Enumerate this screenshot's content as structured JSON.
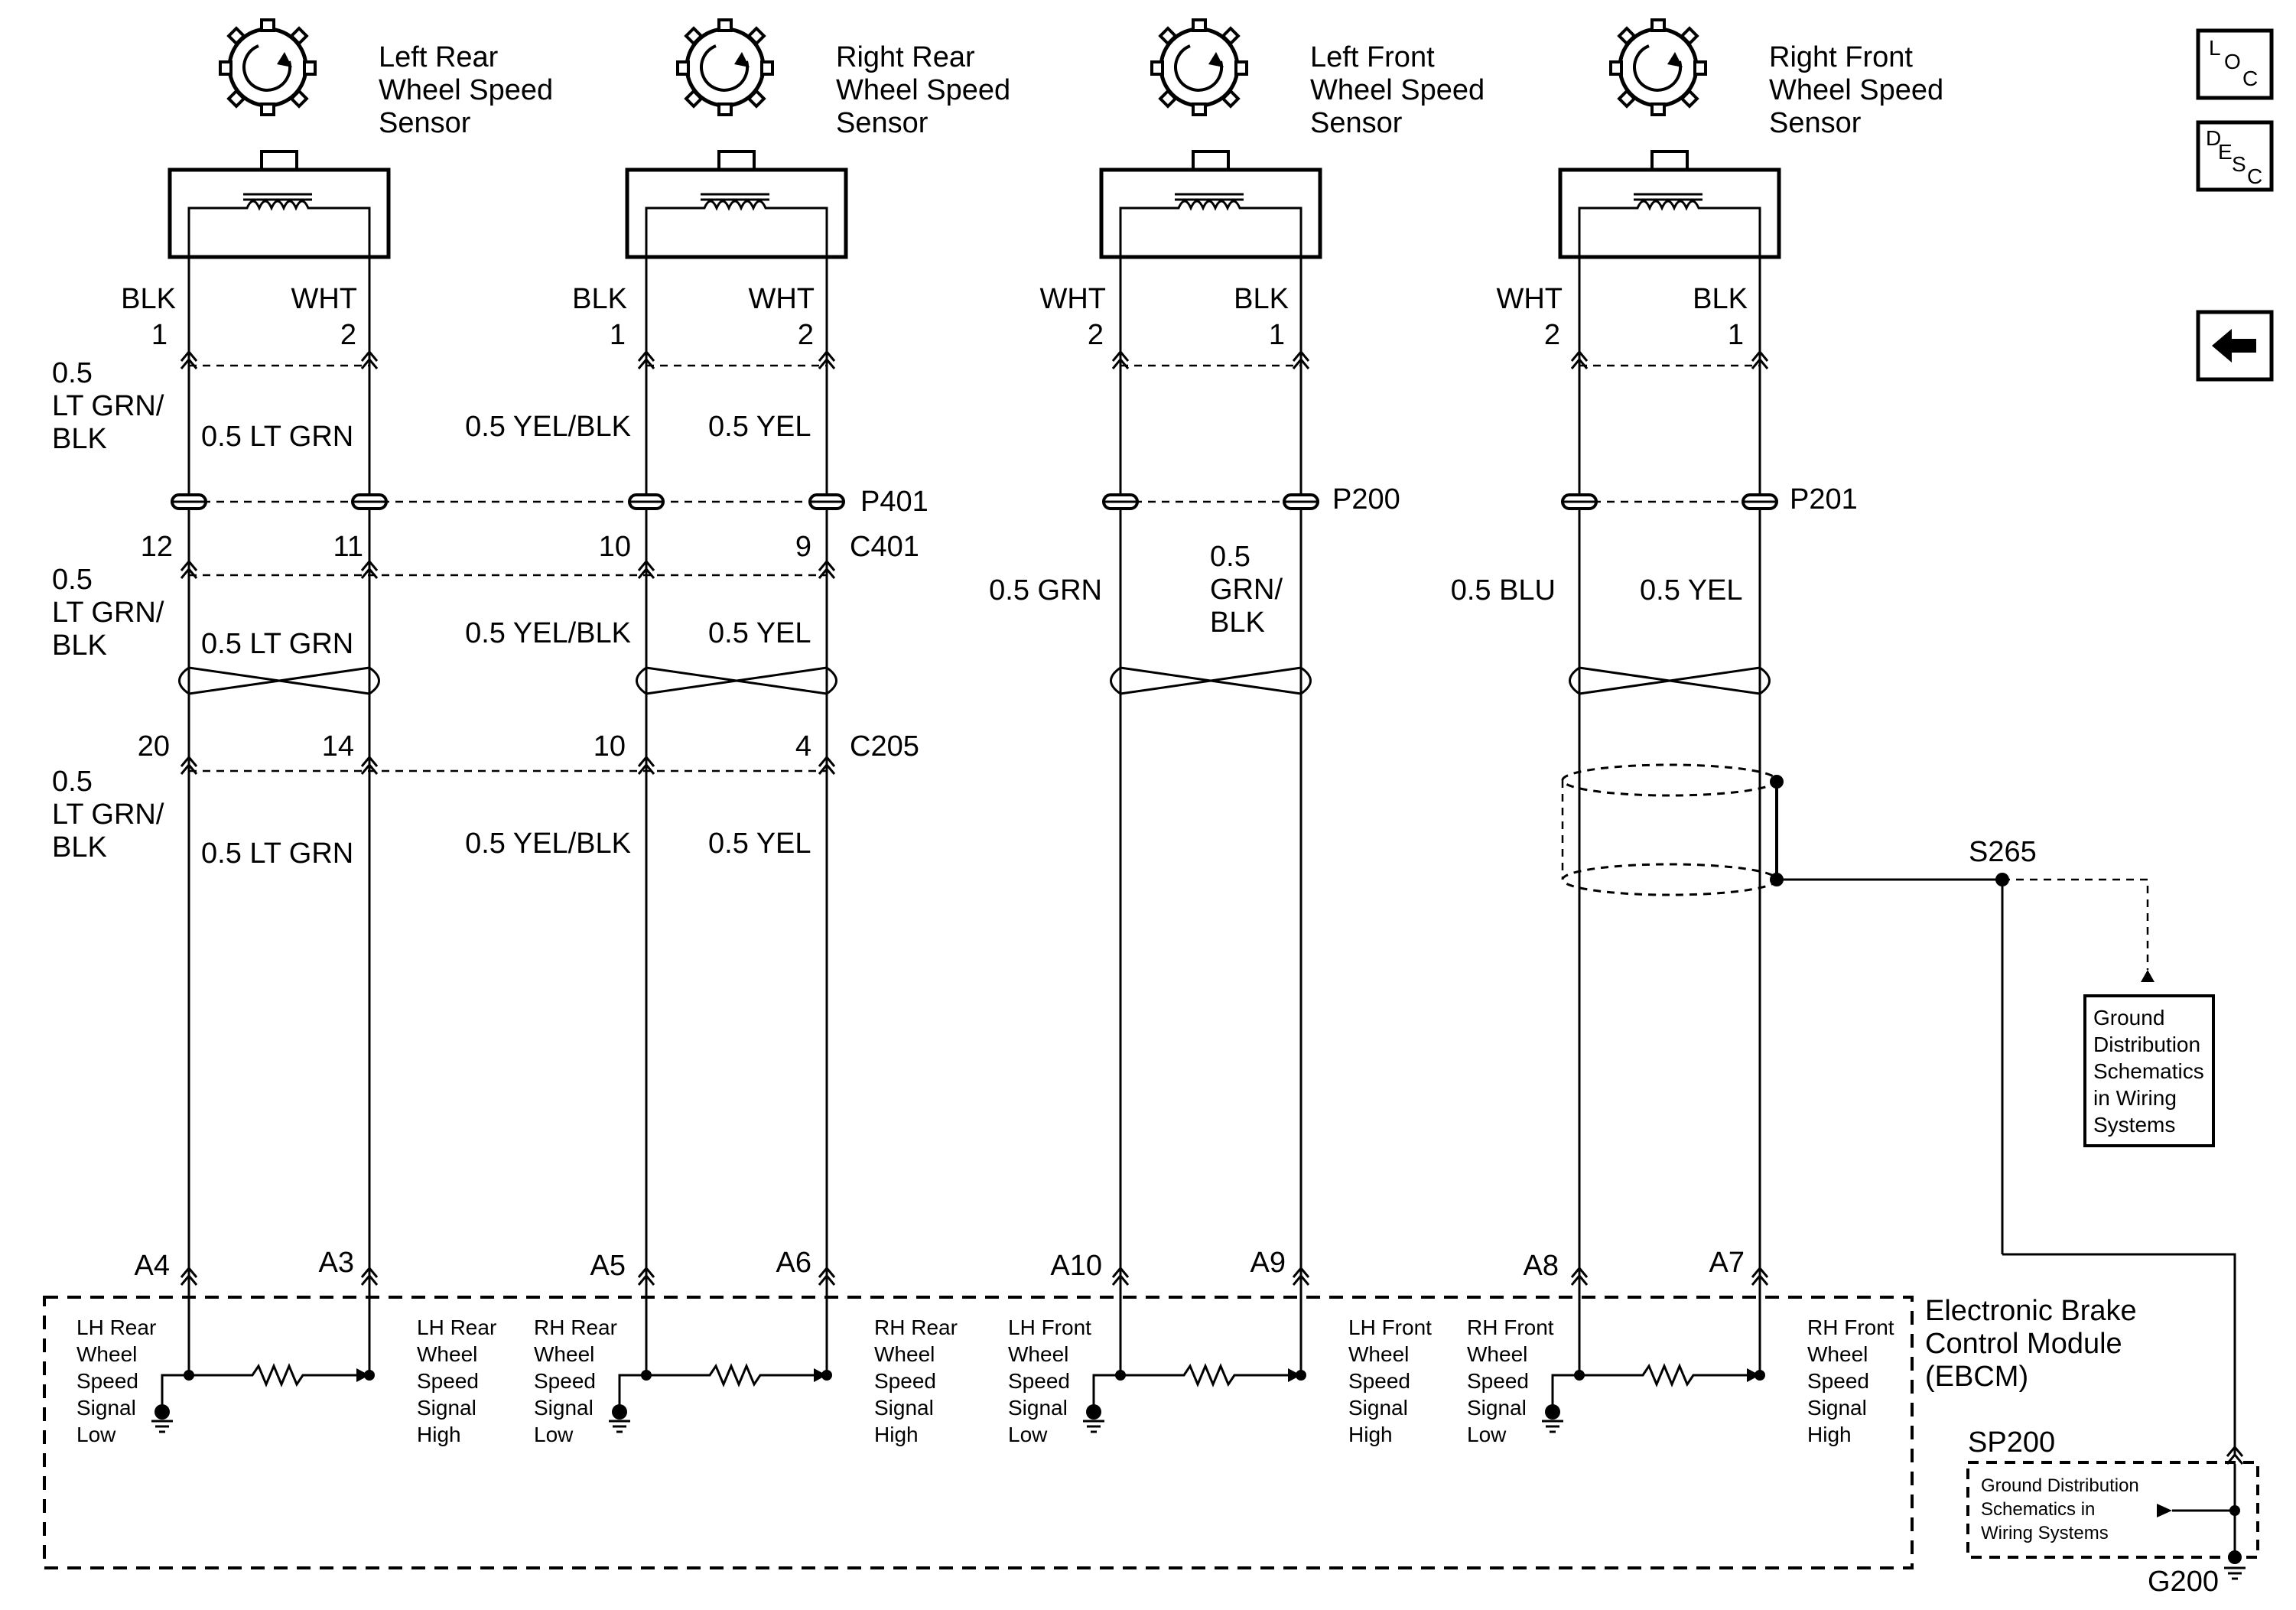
{
  "sensors": [
    {
      "name_lines": [
        "Left Rear",
        "Wheel Speed",
        "Sensor"
      ],
      "pin_left_color": "BLK",
      "pin_left_num": "1",
      "pin_right_color": "WHT",
      "pin_right_num": "2"
    },
    {
      "name_lines": [
        "Right Rear",
        "Wheel Speed",
        "Sensor"
      ],
      "pin_left_color": "BLK",
      "pin_left_num": "1",
      "pin_right_color": "WHT",
      "pin_right_num": "2"
    },
    {
      "name_lines": [
        "Left Front",
        "Wheel Speed",
        "Sensor"
      ],
      "pin_left_color": "WHT",
      "pin_left_num": "2",
      "pin_right_color": "BLK",
      "pin_right_num": "1"
    },
    {
      "name_lines": [
        "Right Front",
        "Wheel Speed",
        "Sensor"
      ],
      "pin_left_color": "WHT",
      "pin_left_num": "2",
      "pin_right_color": "BLK",
      "pin_right_num": "1"
    }
  ],
  "rear_segments": {
    "seg1": {
      "lr_left": [
        "0.5",
        "LT GRN/",
        "BLK"
      ],
      "lr_right": "0.5 LT GRN",
      "rr_left": "0.5 YEL/BLK",
      "rr_right": "0.5 YEL"
    },
    "seg2": {
      "lr_left": [
        "0.5",
        "LT GRN/",
        "BLK"
      ],
      "lr_right": "0.5 LT GRN",
      "rr_left": "0.5 YEL/BLK",
      "rr_right": "0.5 YEL"
    },
    "seg3": {
      "lr_left": [
        "0.5",
        "LT GRN/",
        "BLK"
      ],
      "lr_right": "0.5 LT GRN",
      "rr_left": "0.5 YEL/BLK",
      "rr_right": "0.5 YEL"
    }
  },
  "front_segments": {
    "lf_left": "0.5 GRN",
    "lf_right": [
      "0.5",
      "GRN/",
      "BLK"
    ],
    "rf_left": "0.5 BLU",
    "rf_right": "0.5 YEL"
  },
  "connectors": {
    "p401": "P401",
    "c401": "C401",
    "c401_pins": [
      "12",
      "11",
      "10",
      "9"
    ],
    "c205": "C205",
    "c205_pins": [
      "20",
      "14",
      "10",
      "4"
    ],
    "p200": "P200",
    "p201": "P201"
  },
  "ebcm": {
    "title_lines": [
      "Electronic Brake",
      "Control Module",
      "(EBCM)"
    ],
    "pins": [
      "A4",
      "A3",
      "A5",
      "A6",
      "A10",
      "A9",
      "A8",
      "A7"
    ],
    "circuits": [
      {
        "low": [
          "LH Rear",
          "Wheel",
          "Speed",
          "Signal",
          "Low"
        ],
        "high": [
          "LH Rear",
          "Wheel",
          "Speed",
          "Signal",
          "High"
        ]
      },
      {
        "low": [
          "RH Rear",
          "Wheel",
          "Speed",
          "Signal",
          "Low"
        ],
        "high": [
          "RH Rear",
          "Wheel",
          "Speed",
          "Signal",
          "High"
        ]
      },
      {
        "low": [
          "LH Front",
          "Wheel",
          "Speed",
          "Signal",
          "Low"
        ],
        "high": [
          "LH Front",
          "Wheel",
          "Speed",
          "Signal",
          "High"
        ]
      },
      {
        "low": [
          "RH Front",
          "Wheel",
          "Speed",
          "Signal",
          "Low"
        ],
        "high": [
          "RH Front",
          "Wheel",
          "Speed",
          "Signal",
          "High"
        ]
      }
    ]
  },
  "ground": {
    "s265": "S265",
    "ref_box_lines": [
      "Ground",
      "Distribution",
      "Schematics",
      "in Wiring",
      "Systems"
    ],
    "sp200": "SP200",
    "sp200_box_lines": [
      "Ground Distribution",
      "Schematics in",
      "Wiring Systems"
    ],
    "g200": "G200"
  },
  "nav": {
    "loc": {
      "a": "L",
      "b": "O",
      "c": "C"
    },
    "desc": {
      "a": "D",
      "b": "E",
      "c": "S",
      "d": "C"
    }
  }
}
